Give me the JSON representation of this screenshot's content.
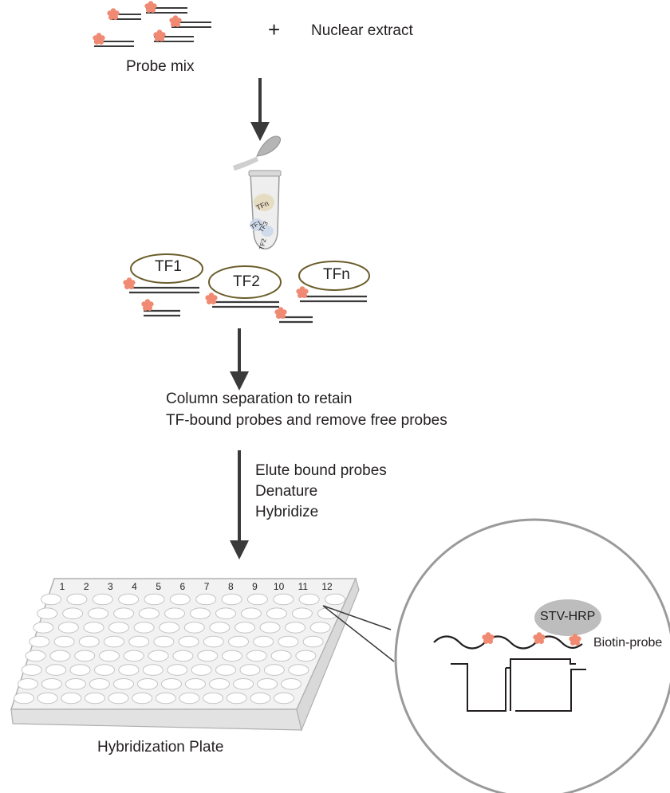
{
  "labels": {
    "probe_mix": "Probe mix",
    "plus": "+",
    "nuclear_extract": "Nuclear extract",
    "tf1": "TF1",
    "tf2": "TF2",
    "tfn": "TFn",
    "tube_tfn": "TFn",
    "tube_tf1": "TF1",
    "tube_tf2": "TF2",
    "tube_tf3": "TF3",
    "column_line1": "Column separation to retain",
    "column_line2": "TF-bound probes and remove free probes",
    "step1": "Elute bound probes",
    "step2": "Denature",
    "step3": "Hybridize",
    "plate_title": "Hybridization Plate",
    "stv_hrp": "STV-HRP",
    "biotin_probe": "Biotin-probe"
  },
  "plate": {
    "column_numbers": [
      "1",
      "2",
      "3",
      "4",
      "5",
      "6",
      "7",
      "8",
      "9",
      "10",
      "11",
      "12"
    ],
    "rows": 8
  },
  "colors": {
    "ink": "#231f20",
    "line": "#3a3a3a",
    "biotin": "#f08a72",
    "tf_outline": "#6b5d2a",
    "stv": "#bdbdbd",
    "plate_fill": "#f2f2f2",
    "plate_well": "#ffffff",
    "zoom_circle": "#9a9a9a"
  }
}
